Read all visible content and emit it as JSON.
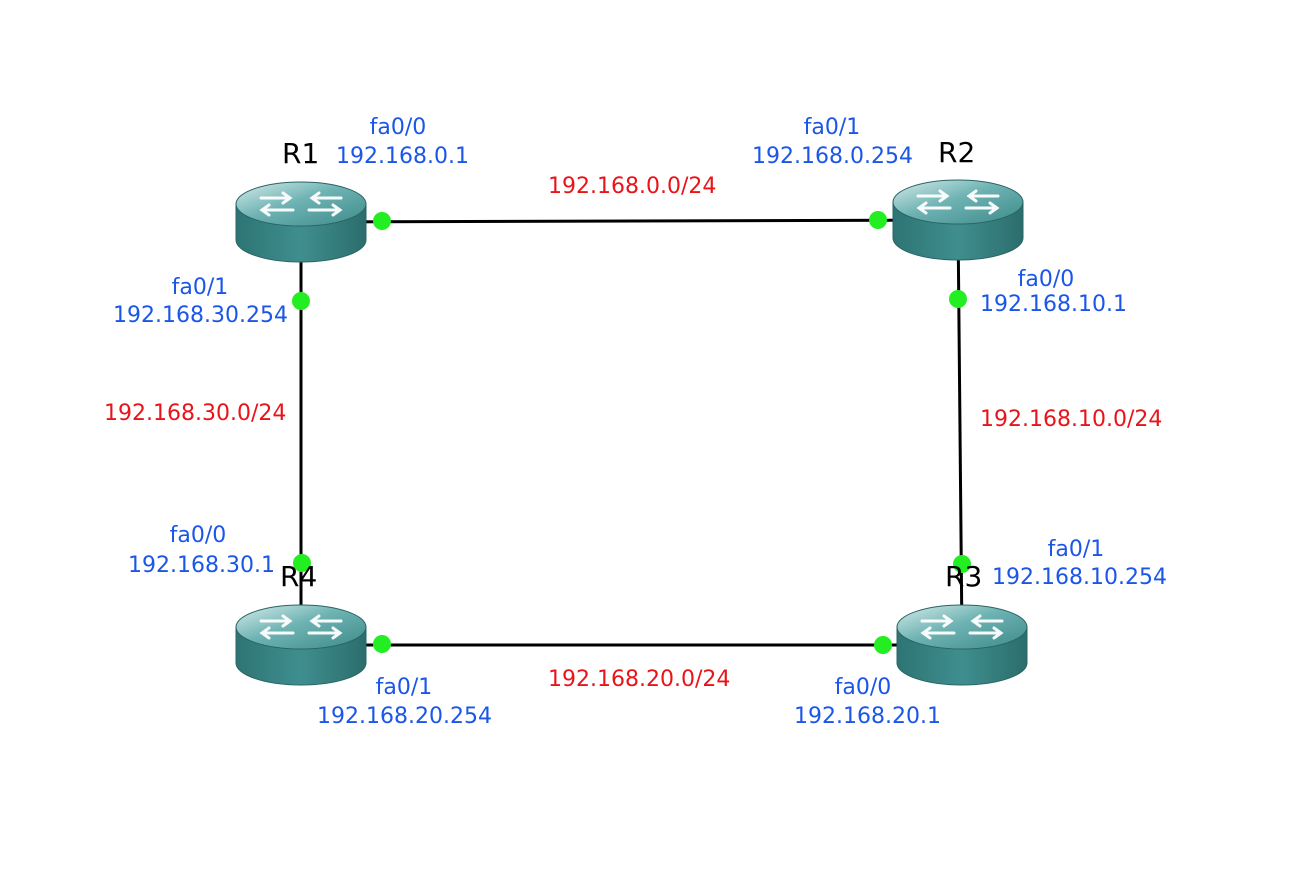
{
  "routers": [
    {
      "id": "R1",
      "name": "R1"
    },
    {
      "id": "R2",
      "name": "R2"
    },
    {
      "id": "R3",
      "name": "R3"
    },
    {
      "id": "R4",
      "name": "R4"
    }
  ],
  "links": [
    {
      "subnet": "192.168.0.0/24",
      "a": {
        "router": "R1",
        "iface": "fa0/0",
        "ip": "192.168.0.1"
      },
      "b": {
        "router": "R2",
        "iface": "fa0/1",
        "ip": "192.168.0.254"
      }
    },
    {
      "subnet": "192.168.10.0/24",
      "a": {
        "router": "R2",
        "iface": "fa0/0",
        "ip": "192.168.10.1"
      },
      "b": {
        "router": "R3",
        "iface": "fa0/1",
        "ip": "192.168.10.254"
      }
    },
    {
      "subnet": "192.168.20.0/24",
      "a": {
        "router": "R3",
        "iface": "fa0/0",
        "ip": "192.168.20.1"
      },
      "b": {
        "router": "R4",
        "iface": "fa0/1",
        "ip": "192.168.20.254"
      }
    },
    {
      "subnet": "192.168.30.0/24",
      "a": {
        "router": "R4",
        "iface": "fa0/0",
        "ip": "192.168.30.1"
      },
      "b": {
        "router": "R1",
        "iface": "fa0/1",
        "ip": "192.168.30.254"
      }
    }
  ],
  "colors": {
    "link": "#000000",
    "port": "#22ee22",
    "router_body": "#3d8a8a",
    "router_top": "#5aa8a8",
    "interface_text": "#1a56e8",
    "subnet_text": "#e8141a"
  }
}
